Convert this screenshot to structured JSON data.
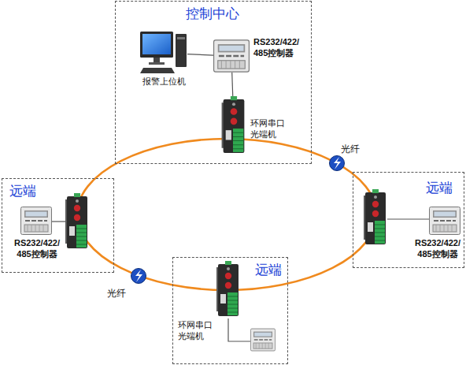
{
  "diagram": {
    "nodes": [
      {
        "text": [
          "控制中心"
        ]
      },
      {
        "text": [
          "报警上位机"
        ],
        "in": 0
      },
      {
        "text": [
          "RS232/422/ 485控制器"
        ],
        "in": 0
      },
      {
        "text": [
          "环网串口 光端机"
        ],
        "in": 0
      },
      {
        "text": [
          "远端"
        ]
      },
      {
        "text": [
          "RS232/422/ 485控制器"
        ],
        "in": 4
      },
      {
        "text": [
          "远端"
        ]
      },
      {
        "text": [
          "RS232/422/ 485控制器"
        ],
        "in": 6
      },
      {
        "text": [
          "远端"
        ]
      },
      {
        "text": [
          "环网串口 光端机"
        ],
        "in": 8
      }
    ],
    "edges": [
      {
        "from": 1,
        "to": 2,
        "arrow": "none"
      },
      {
        "from": 2,
        "to": 3,
        "arrow": "none"
      }
    ],
    "labels": [
      "光纤",
      "光纤"
    ]
  }
}
